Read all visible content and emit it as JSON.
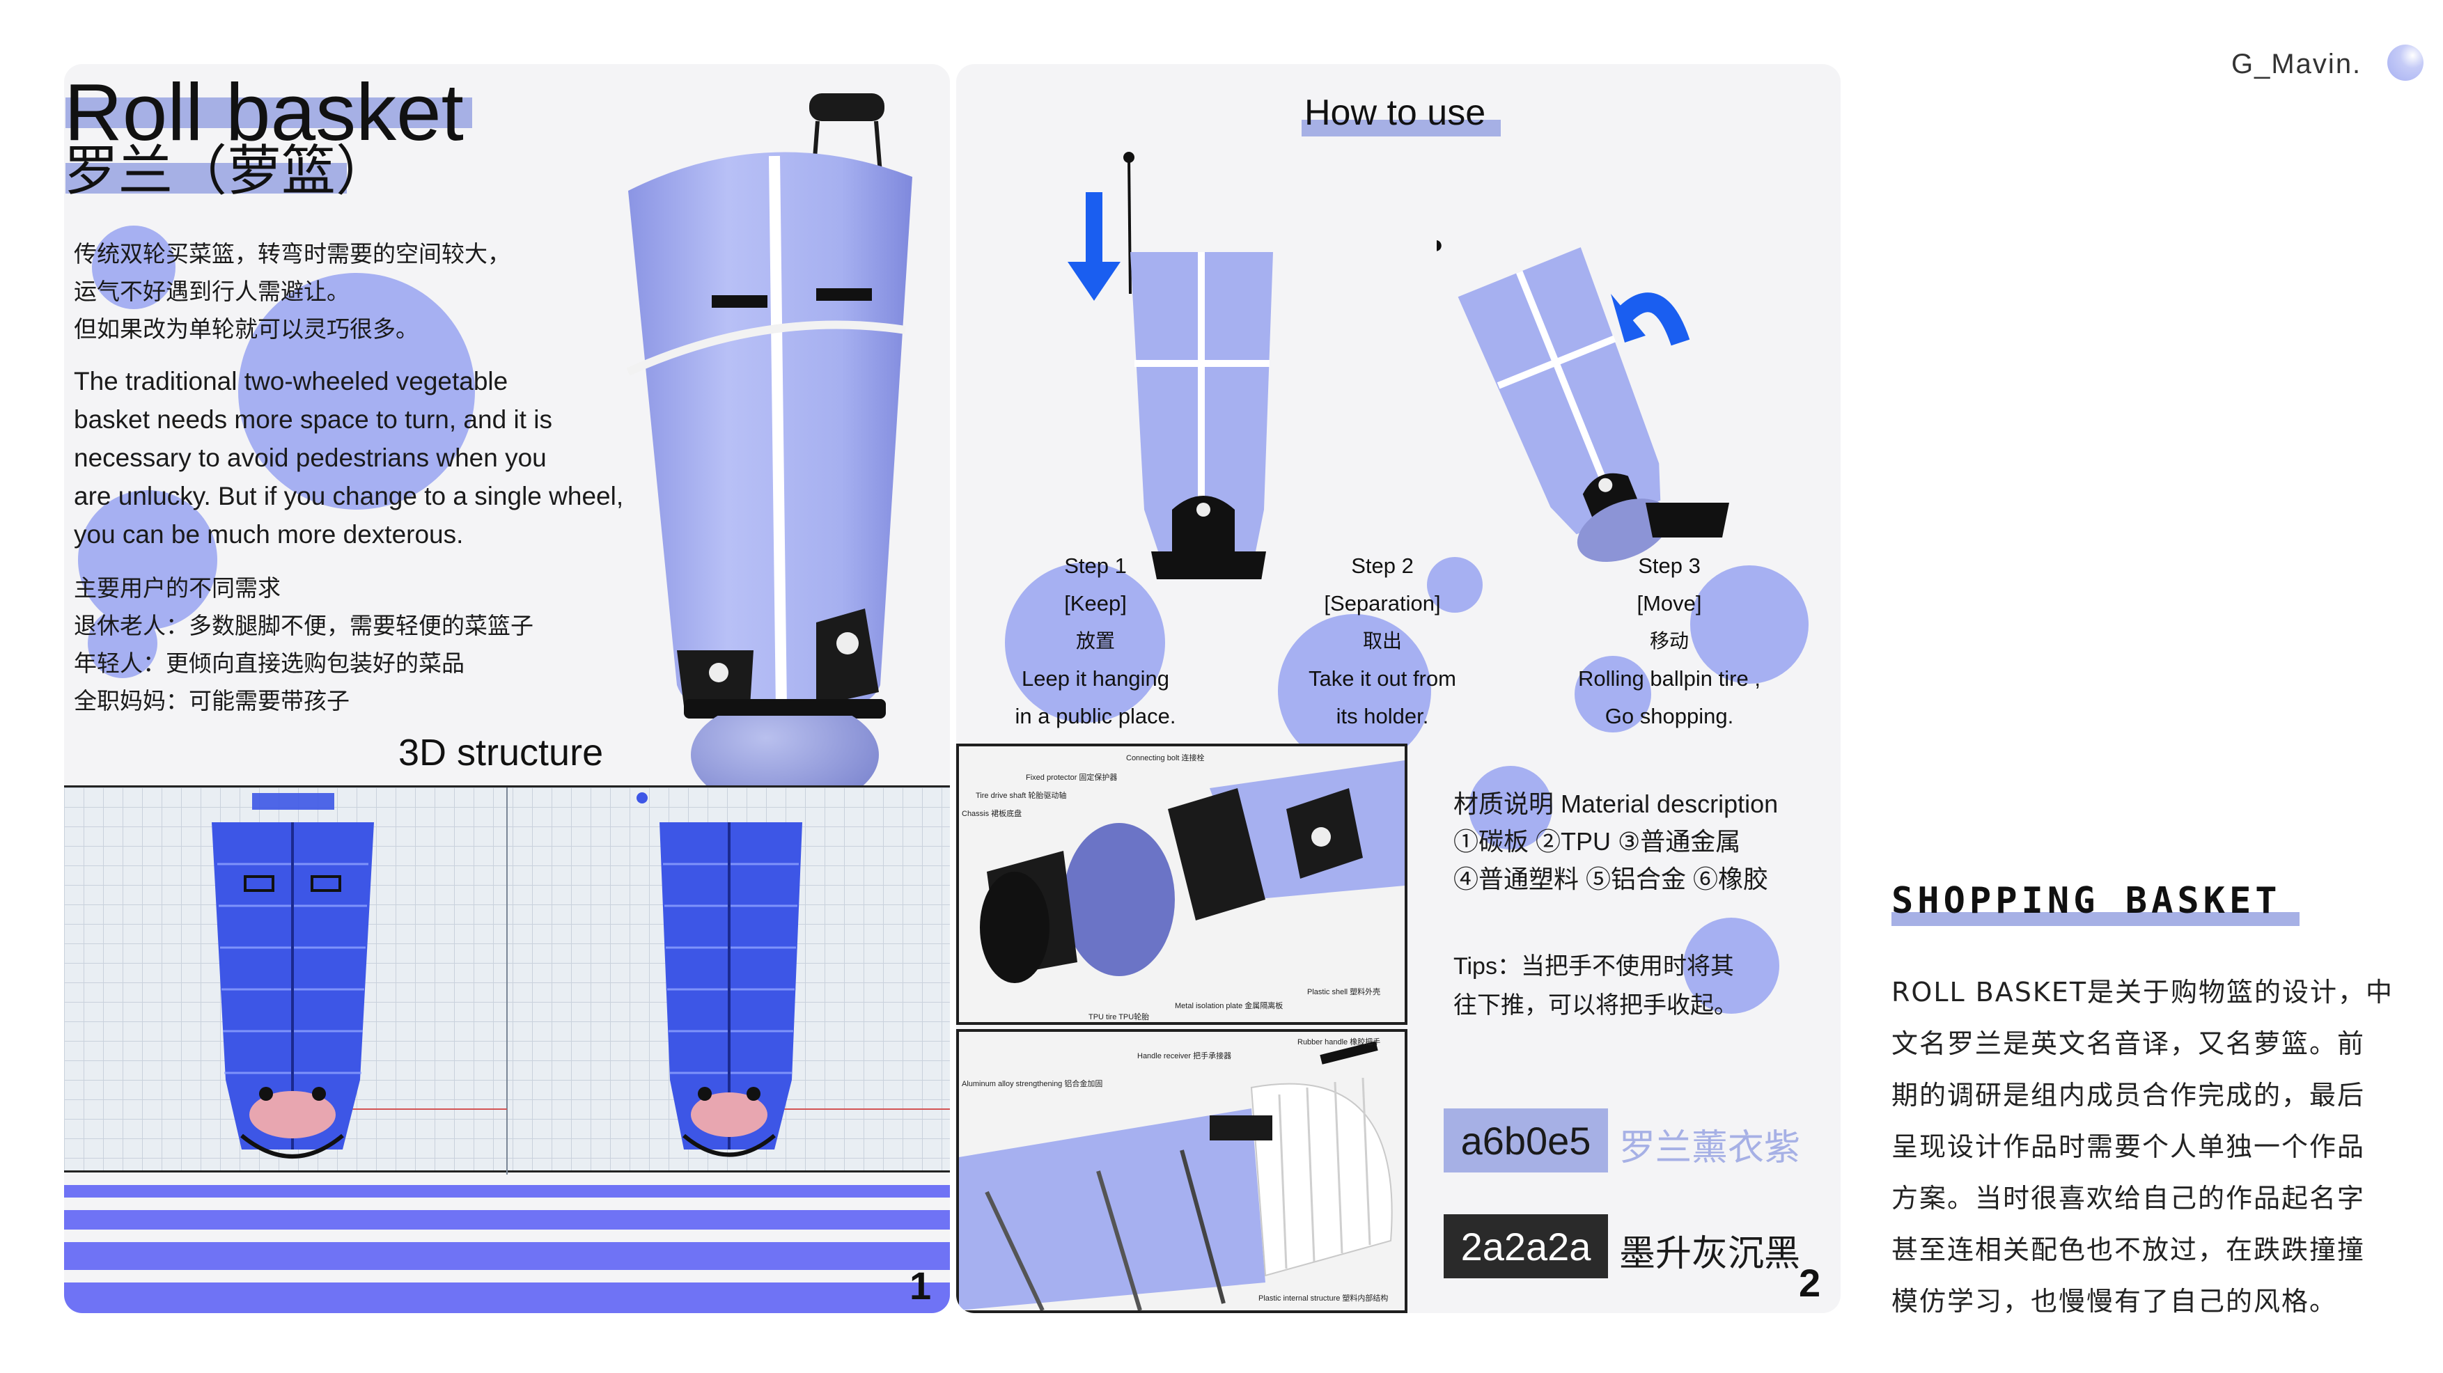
{
  "brand": {
    "name": "G_Mavin."
  },
  "colors": {
    "accent": "#a6b0e5",
    "accent_dot": "#a6b0f2",
    "stripe": "#6f73f5",
    "dark": "#2a2a2a",
    "product": "#a6b0f0",
    "blueprint": "#3d56e6"
  },
  "panel1": {
    "title_en": "Roll basket",
    "title_zh": "罗兰（萝篮）",
    "intro_zh": [
      "传统双轮买菜篮，转弯时需要的空间较大，",
      "运气不好遇到行人需避让。",
      "但如果改为单轮就可以灵巧很多。"
    ],
    "intro_en": [
      "The traditional two-wheeled vegetable",
      "basket needs more space to turn, and it is",
      "necessary to avoid pedestrians when you",
      "are unlucky. But if you change to a single wheel,",
      "you can be much more dexterous."
    ],
    "users": [
      "主要用户的不同需求",
      "退休老人：多数腿脚不便，需要轻便的菜篮子",
      "年轻人：更倾向直接选购包装好的菜品",
      "全职妈妈：可能需要带孩子"
    ],
    "structure_title": "3D structure",
    "page_number": "1"
  },
  "panel2": {
    "title": "How to use",
    "steps": [
      {
        "lines": [
          "Step 1",
          "[Keep]",
          "放置",
          "Leep it hanging",
          "in a public place."
        ]
      },
      {
        "lines": [
          "Step 2",
          "[Separation]",
          "取出",
          "Take it out from",
          "its holder."
        ]
      },
      {
        "lines": [
          "Step 3",
          "[Move]",
          "移动",
          "Rolling ballpin tire ,",
          "Go shopping."
        ]
      }
    ],
    "material": [
      "材质说明 Material description",
      "①碳板 ②TPU ③普通金属",
      "④普通塑料 ⑤铝合金 ⑥橡胶"
    ],
    "tips": [
      "Tips：当把手不使用时将其",
      "往下推，可以将把手收起。"
    ],
    "swatches": [
      {
        "hex": "a6b0e5",
        "name": "罗兰薰衣紫"
      },
      {
        "hex": "2a2a2a",
        "name": "墨升灰沉黑"
      }
    ],
    "callouts_top": [
      "Connecting bolt 连接栓",
      "Fixed protector 固定保护器",
      "Tire drive shaft 轮胎驱动轴",
      "Chassis 裙板底盘",
      "Plastic shell 塑料外壳",
      "Metal isolation plate 金属隔离板",
      "TPU tire TPU轮胎"
    ],
    "callouts_bottom": [
      "Rubber handle 橡胶把手",
      "Handle receiver 把手承接器",
      "Aluminum alloy strengthening 铝合金加固",
      "Plastic internal structure 塑料内部结构"
    ],
    "page_number": "2"
  },
  "right": {
    "title": "SHOPPING BASKET",
    "body": [
      "ROLL BASKET是关于购物篮的设计，中",
      "文名罗兰是英文名音译，又名萝篮。前",
      "期的调研是组内成员合作完成的，最后",
      "呈现设计作品时需要个人单独一个作品",
      "方案。当时很喜欢给自己的作品起名字",
      "甚至连相关配色也不放过，在跌跌撞撞",
      "模仿学习，也慢慢有了自己的风格。"
    ]
  }
}
